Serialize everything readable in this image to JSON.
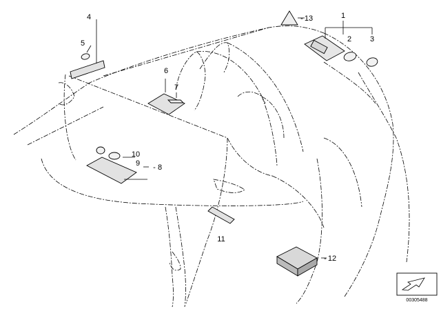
{
  "diagram": {
    "callouts": {
      "c1": "1",
      "c2": "2",
      "c3": "3",
      "c4": "4",
      "c5": "5",
      "c6": "6",
      "c7": "7",
      "c8": "8",
      "c9": "9",
      "c10": "10",
      "c11": "11",
      "c12": "12",
      "c13": "13"
    },
    "doc_number": "00305488"
  }
}
